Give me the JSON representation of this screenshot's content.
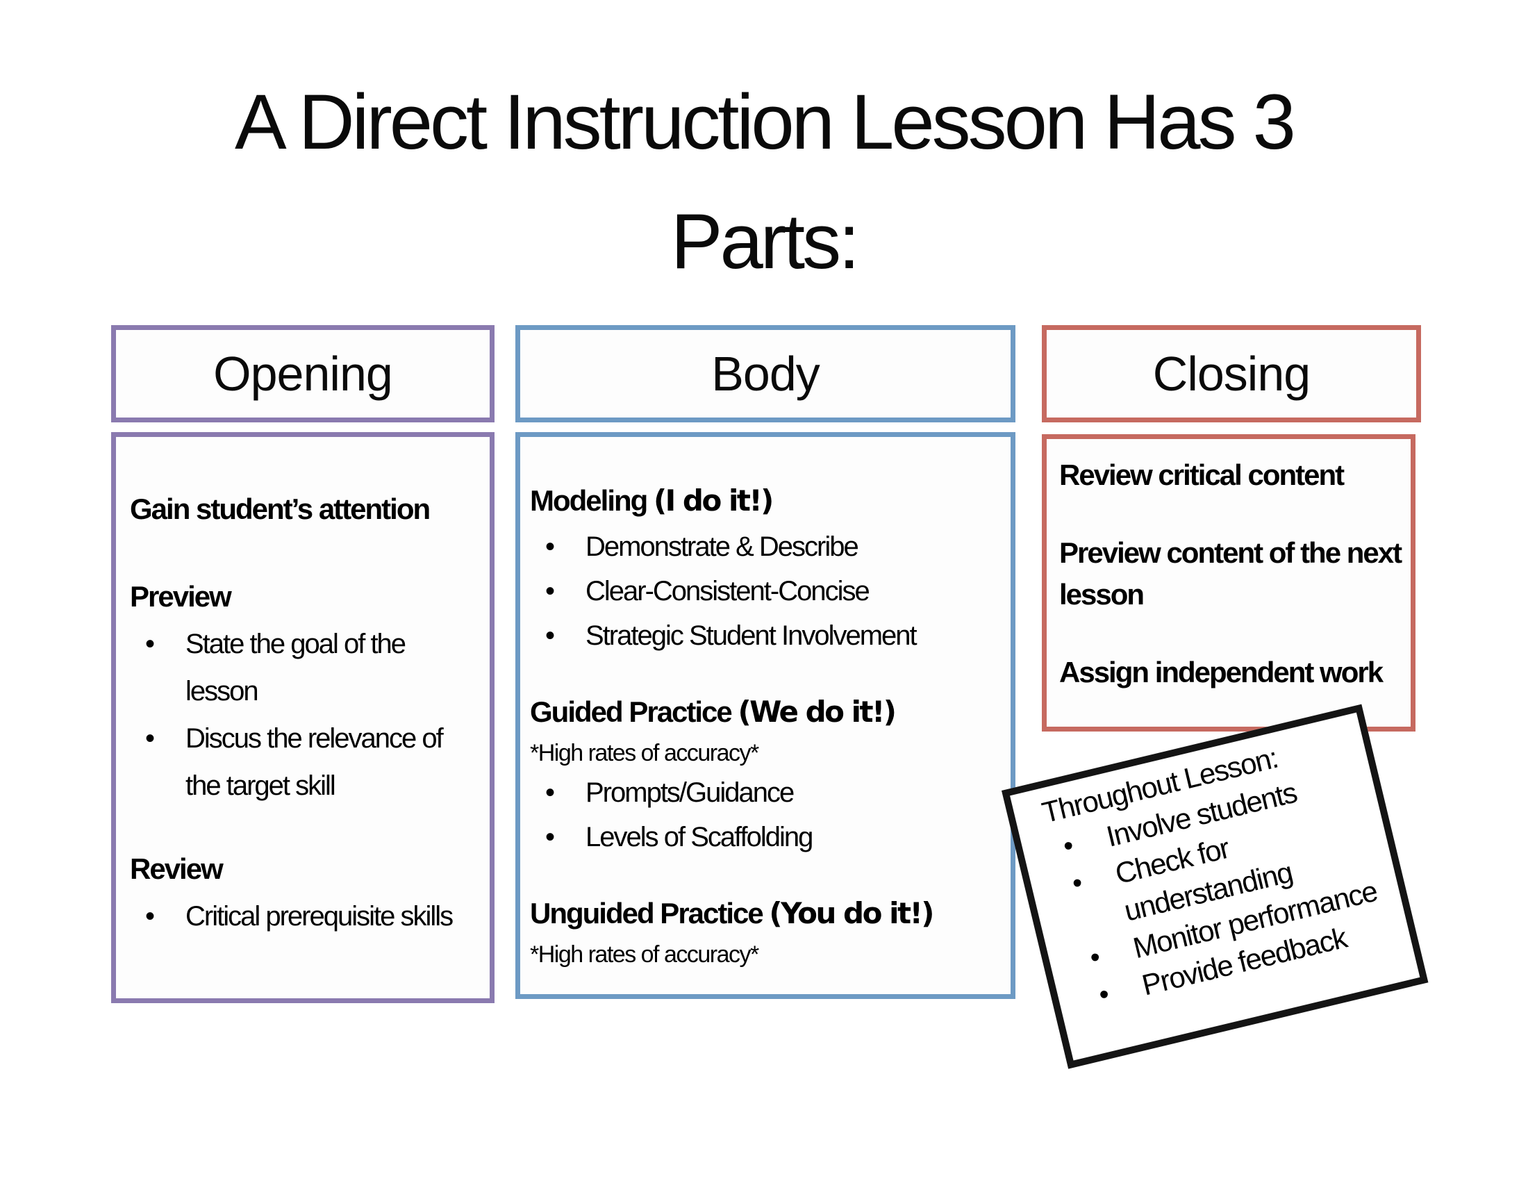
{
  "title": {
    "line1": "A Direct Instruction Lesson Has 3",
    "line2": "Parts:"
  },
  "colors": {
    "opening_accent": "#8A7AAF",
    "body_accent": "#6D9AC4",
    "closing_accent": "#C66A60",
    "note_border": "#141414",
    "text": "#000000",
    "background": "#FFFFFF"
  },
  "opening": {
    "header": "Opening",
    "attention_heading": "Gain student’s attention",
    "preview_heading": "Preview",
    "preview_bullets": [
      "State the goal of the lesson",
      "Discus the relevance of the target skill"
    ],
    "review_heading": "Review",
    "review_bullets": [
      "Critical prerequisite skills"
    ]
  },
  "body": {
    "header": "Body",
    "modeling_heading": "Modeling ",
    "modeling_suffix": "(I do it!)",
    "modeling_bullets": [
      "Demonstrate & Describe",
      "Clear-Consistent-Concise",
      "Strategic Student Involvement"
    ],
    "guided_heading": "Guided Practice ",
    "guided_suffix": "(We do it!)",
    "guided_note": "*High rates of accuracy*",
    "guided_bullets": [
      "Prompts/Guidance",
      "Levels of Scaffolding"
    ],
    "unguided_heading": "Unguided Practice ",
    "unguided_suffix": "(You do it!)",
    "unguided_note": "*High rates of accuracy*"
  },
  "closing": {
    "header": "Closing",
    "items": [
      "Review critical content",
      "Preview content of the next lesson",
      "Assign independent work"
    ]
  },
  "note": {
    "title": "Throughout Lesson:",
    "bullets": [
      "Involve students",
      "Check for understanding",
      "Monitor performance",
      "Provide feedback"
    ]
  }
}
